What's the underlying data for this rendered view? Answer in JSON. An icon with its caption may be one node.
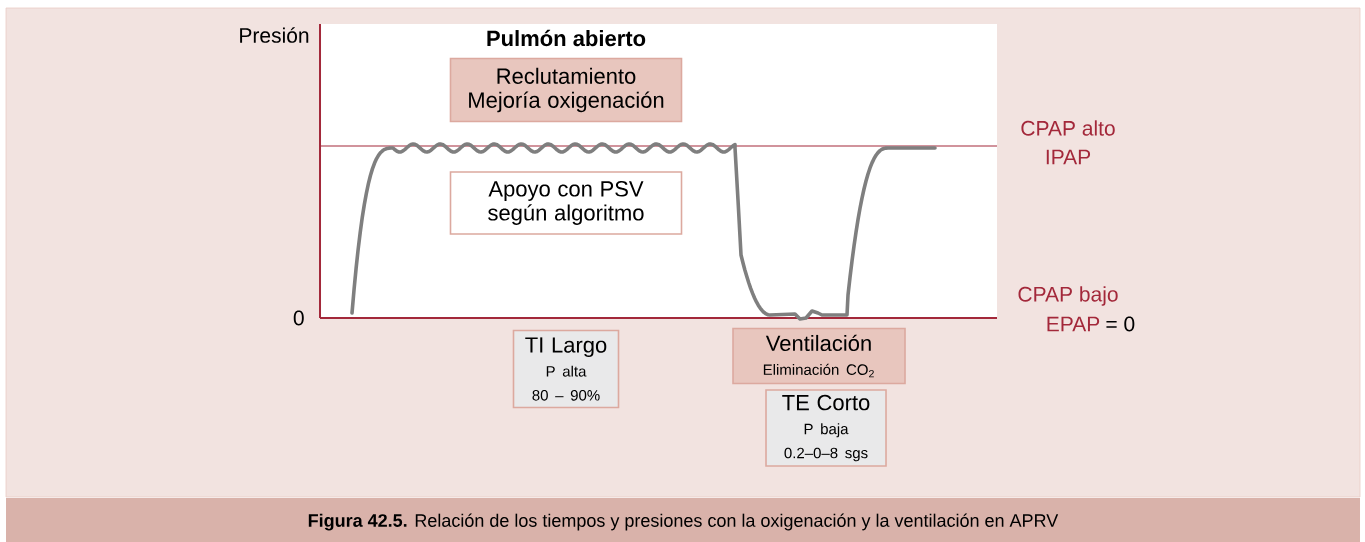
{
  "diagram": {
    "title": "Pulmón abierto",
    "caption": "**Figura 42.5.** Relación de los tiempos y presiones con la oxigenación y la ventilación en APRV",
    "nodes": [
      {
        "text": [
          "Reclutamiento",
          "Mejoría oxigenación"
        ]
      },
      {
        "text": [
          "Apoyo con PSV según algoritmo"
        ]
      },
      {
        "text": [
          "TI Largo",
          "P alta",
          "80 – 90%"
        ]
      },
      {
        "text": [
          "Ventilación",
          "Eliminación CO$_{2}$"
        ]
      },
      {
        "text": [
          "TE Corto",
          "P baja",
          "0.2–0–8 sgs"
        ]
      }
    ],
    "labels": [
      "Presión",
      "0",
      "CPAP alto",
      "IPAP",
      "CPAP bajo",
      "EPAP",
      "= 0"
    ]
  }
}
